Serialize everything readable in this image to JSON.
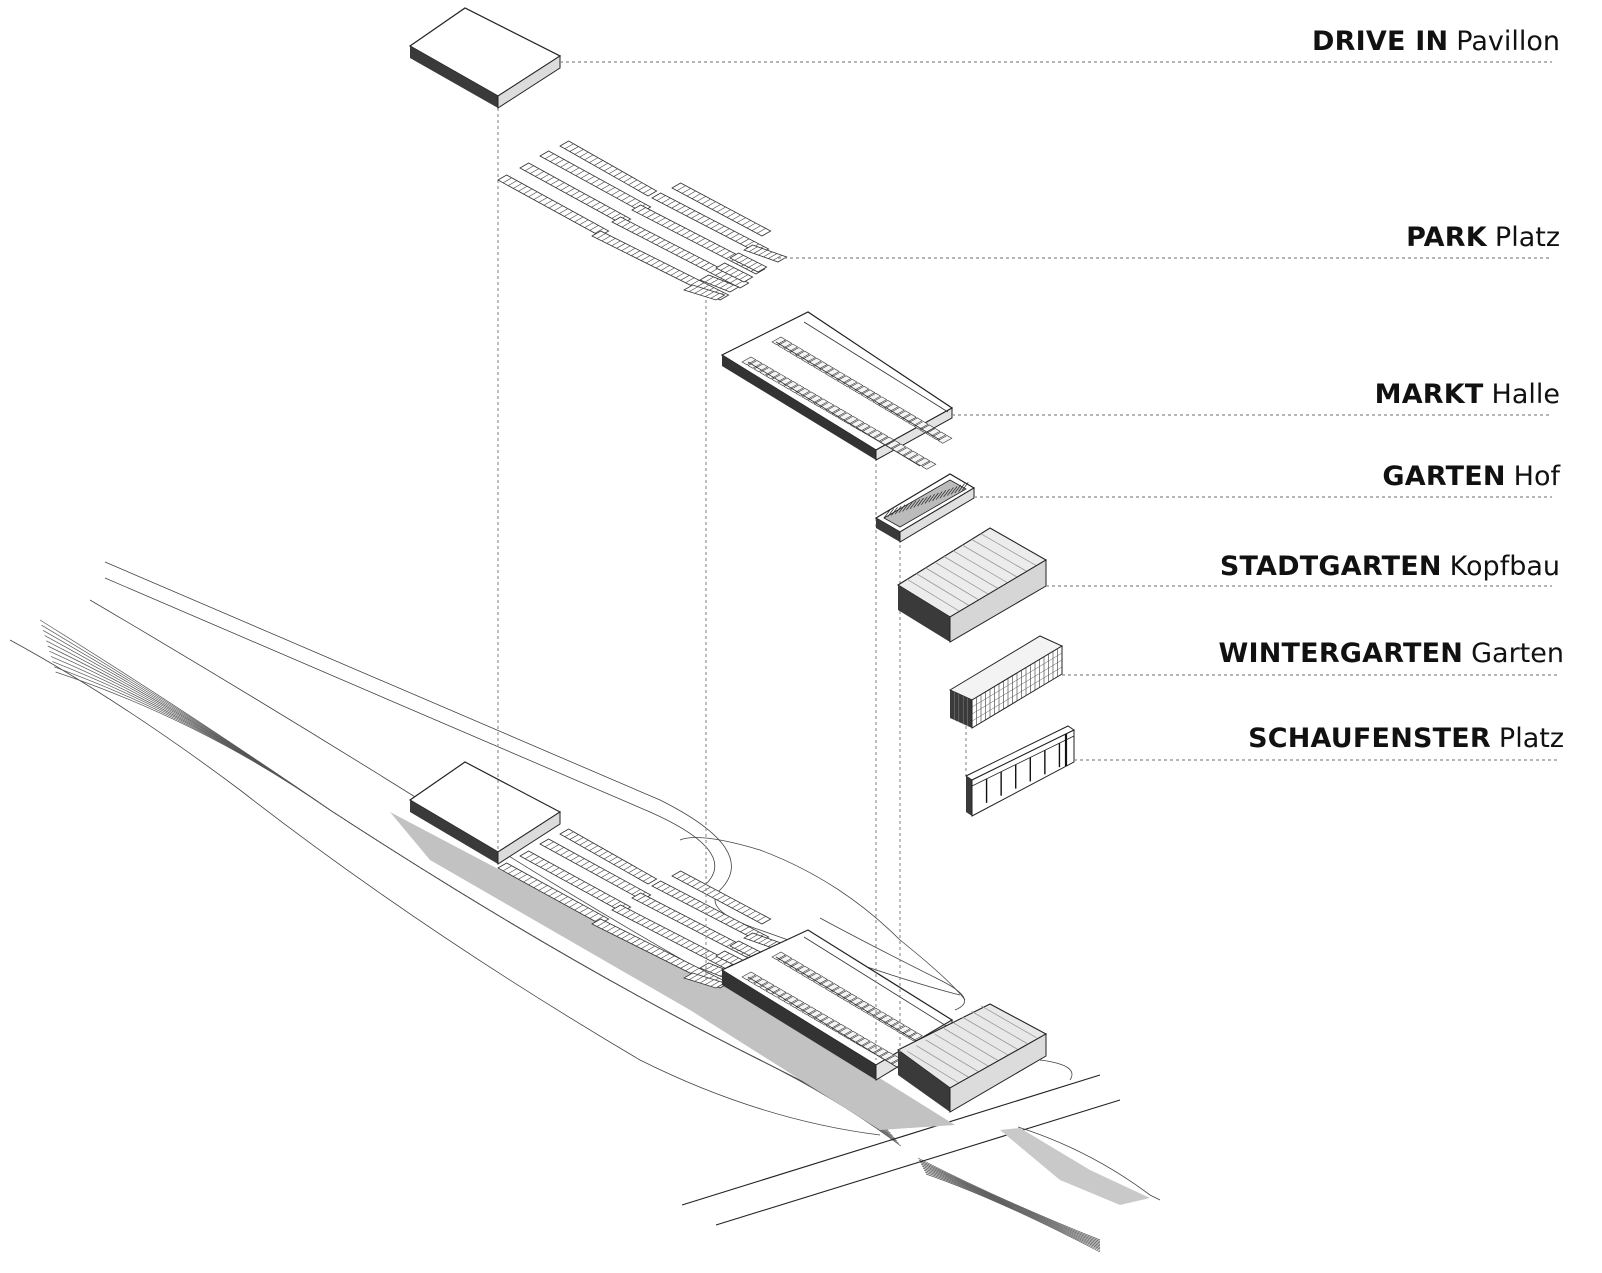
{
  "layers": [
    {
      "id": "drive-in",
      "bold": "DRIVE IN",
      "text": "Pavillon"
    },
    {
      "id": "park",
      "bold": "PARK",
      "text": "Platz"
    },
    {
      "id": "markt",
      "bold": "MARKT",
      "text": "Halle"
    },
    {
      "id": "garten",
      "bold": "GARTEN",
      "text": "Hof"
    },
    {
      "id": "stadtgarten",
      "bold": "STADTGARTEN",
      "text": "Kopfbau"
    },
    {
      "id": "wintergarten",
      "bold": "WINTERGARTEN",
      "text": "Garten"
    },
    {
      "id": "schaufenster",
      "bold": "SCHAUFENSTER",
      "text": "Platz"
    }
  ],
  "colors": {
    "ink": "#111111",
    "dark_face": "#3a3a3a",
    "mid_face": "#cfcfcf",
    "shadow": "#bdbdbd",
    "leader": "#8a8a8a"
  }
}
